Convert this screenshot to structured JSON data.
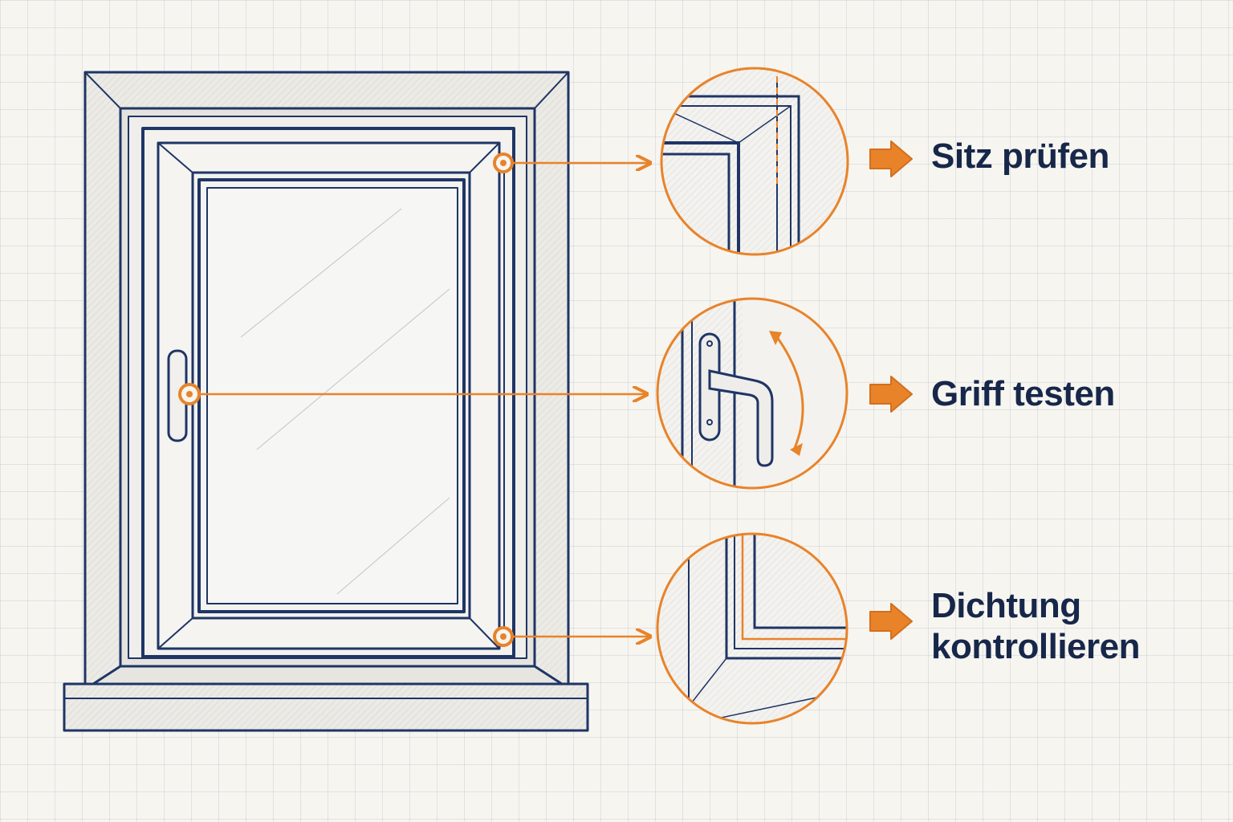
{
  "colors": {
    "ink": "#1f3566",
    "accent": "#e8832a",
    "label": "#17274a",
    "background": "#f6f5f0"
  },
  "callouts": [
    {
      "id": "seat",
      "icon": "arrow-right-icon",
      "lines": [
        "Sitz prüfen"
      ]
    },
    {
      "id": "handle",
      "icon": "arrow-right-icon",
      "lines": [
        "Griff testen"
      ]
    },
    {
      "id": "seal",
      "icon": "arrow-right-icon",
      "lines": [
        "Dichtung",
        "kontrollieren"
      ]
    }
  ]
}
